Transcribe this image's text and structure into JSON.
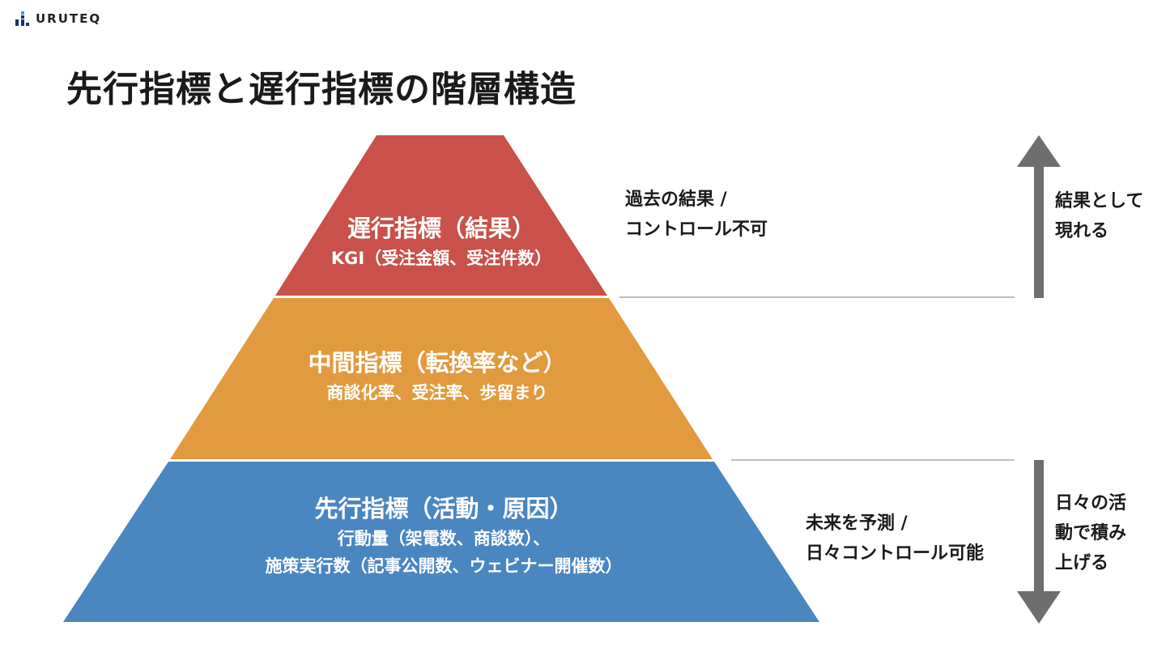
{
  "brand": {
    "name": "URUTEQ"
  },
  "title": "先行指標と遅行指標の階層構造",
  "pyramid": [
    {
      "heading": "遅行指標（結果）",
      "lines": [
        "KGI（受注金額、受注件数）"
      ],
      "color": "#C9514A"
    },
    {
      "heading": "中間指標（転換率など）",
      "lines": [
        "商談化率、受注率、歩留まり"
      ],
      "color": "#E29A3F"
    },
    {
      "heading": "先行指標（活動・原因）",
      "lines": [
        "行動量（架電数、商談数）、",
        "施策実行数（記事公開数、ウェビナー開催数）"
      ],
      "color": "#4A86C0"
    }
  ],
  "notes": {
    "top": [
      "過去の結果 /",
      "コントロール不可"
    ],
    "bottom": [
      "未来を予測 /",
      "日々コントロール可能"
    ]
  },
  "arrows": {
    "up_label": [
      "結果として",
      "現れる"
    ],
    "down_label": [
      "日々の活",
      "動で積み",
      "上げる"
    ],
    "color": "#6E6E6E"
  }
}
